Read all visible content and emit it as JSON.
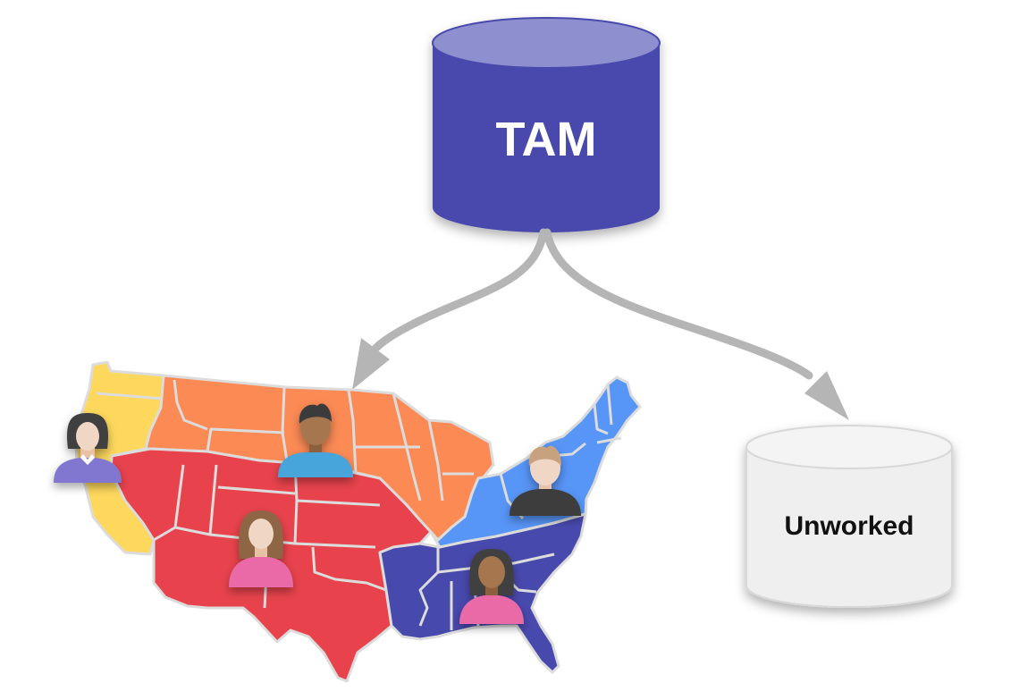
{
  "diagram": {
    "source_node": {
      "label": "TAM",
      "shape": "cylinder",
      "fill": "#4849AD",
      "top_fill": "#8E8FCF"
    },
    "target_node": {
      "label": "Unworked",
      "shape": "cylinder",
      "fill": "#EFEFEF",
      "top_fill": "#F4F4F4",
      "stroke": "#D8D8D8"
    },
    "arrows": [
      {
        "from": "TAM",
        "to": "territory-map",
        "color": "#B5B5B5"
      },
      {
        "from": "TAM",
        "to": "Unworked",
        "color": "#B5B5B5"
      }
    ],
    "map": {
      "name": "US territory map",
      "regions": [
        {
          "id": "pacific",
          "color": "#FDD85D",
          "rep": "woman-dark-hair-purple-shirt"
        },
        {
          "id": "north-central",
          "color": "#FB8A55",
          "rep": "man-dark-skin-blue-shirt"
        },
        {
          "id": "southwest",
          "color": "#E8434C",
          "rep": "woman-brown-hair-pink-shirt"
        },
        {
          "id": "northeast",
          "color": "#5795F7",
          "rep": "man-blond-black-shirt"
        },
        {
          "id": "southeast",
          "color": "#4849AD",
          "rep": "woman-dark-skin-pink-shirt"
        }
      ],
      "border_color": "#DCDCDC"
    }
  }
}
